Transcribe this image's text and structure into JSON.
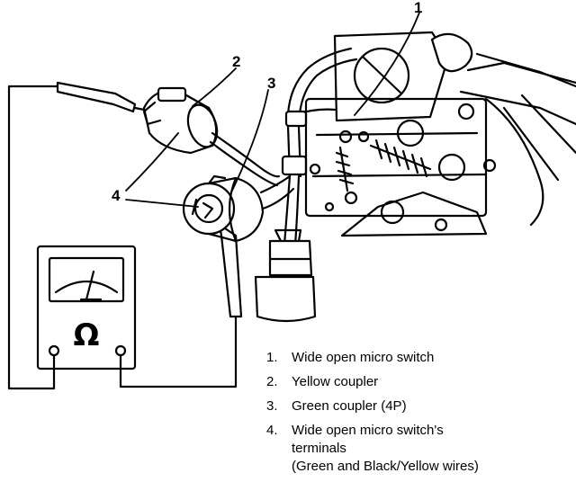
{
  "callouts": [
    "1",
    "2",
    "3",
    "4"
  ],
  "meter": {
    "symbol": "Ω"
  },
  "legend": [
    {
      "num": "1.",
      "text": "Wide open micro switch"
    },
    {
      "num": "2.",
      "text": "Yellow coupler"
    },
    {
      "num": "3.",
      "text": "Green coupler (4P)"
    },
    {
      "num": "4.",
      "text": "Wide open micro switch's",
      "line2": "terminals",
      "line3": "(Green and Black/Yellow wires)"
    }
  ]
}
